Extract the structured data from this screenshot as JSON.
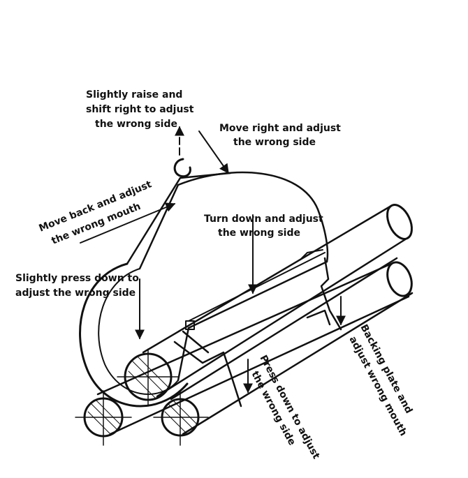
{
  "labels": {
    "raise_shift_1": "Slightly raise and",
    "raise_shift_2": "shift right to adjust",
    "raise_shift_3": "the wrong side",
    "move_right_1": "Move right and adjust",
    "move_right_2": "the wrong side",
    "move_back_1": "Move back and adjust",
    "move_back_2": "the wrong mouth",
    "turn_down_1": "Turn down and adjust",
    "turn_down_2": "the wrong side",
    "press_slight_1": "Slightly press down to",
    "press_slight_2": "adjust the wrong side",
    "press_down_1": "Press down to adjust",
    "press_down_2": "the wrong side",
    "backing_1": "Backing plate and",
    "backing_2": "adjust wrong mouth"
  },
  "colors": {
    "ink": "#111111",
    "background": "#ffffff"
  }
}
